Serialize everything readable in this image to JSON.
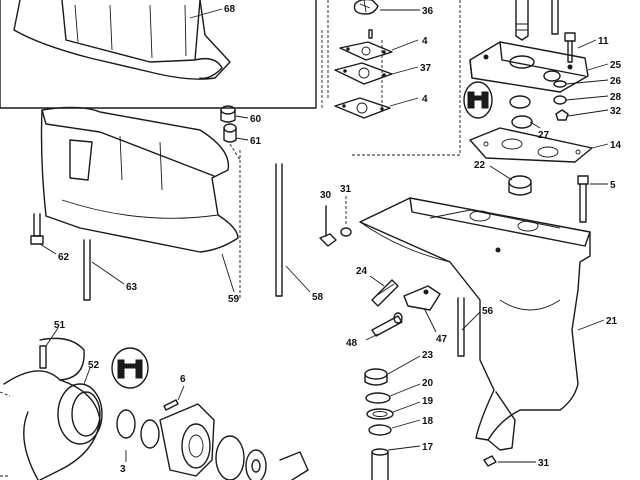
{
  "diagram": {
    "callouts": [
      {
        "id": "c68",
        "text": "68"
      },
      {
        "id": "c36",
        "text": "36"
      },
      {
        "id": "c4a",
        "text": "4"
      },
      {
        "id": "c37",
        "text": "37"
      },
      {
        "id": "c4b",
        "text": "4"
      },
      {
        "id": "c60",
        "text": "60"
      },
      {
        "id": "c61",
        "text": "61"
      },
      {
        "id": "c11",
        "text": "11"
      },
      {
        "id": "c25",
        "text": "25"
      },
      {
        "id": "c26",
        "text": "26"
      },
      {
        "id": "c28",
        "text": "28"
      },
      {
        "id": "c32a",
        "text": "32"
      },
      {
        "id": "c27",
        "text": "27"
      },
      {
        "id": "c14",
        "text": "14"
      },
      {
        "id": "c22",
        "text": "22"
      },
      {
        "id": "c5",
        "text": "5"
      },
      {
        "id": "c30",
        "text": "30"
      },
      {
        "id": "c31a",
        "text": "31"
      },
      {
        "id": "c62",
        "text": "62"
      },
      {
        "id": "c63",
        "text": "63"
      },
      {
        "id": "c59",
        "text": "59"
      },
      {
        "id": "c58",
        "text": "58"
      },
      {
        "id": "c24",
        "text": "24"
      },
      {
        "id": "c47",
        "text": "47"
      },
      {
        "id": "c56",
        "text": "56"
      },
      {
        "id": "c21",
        "text": "21"
      },
      {
        "id": "c48",
        "text": "48"
      },
      {
        "id": "c51",
        "text": "51"
      },
      {
        "id": "c52",
        "text": "52"
      },
      {
        "id": "c6",
        "text": "6"
      },
      {
        "id": "c23",
        "text": "23"
      },
      {
        "id": "c20",
        "text": "20"
      },
      {
        "id": "c19",
        "text": "19"
      },
      {
        "id": "c18",
        "text": "18"
      },
      {
        "id": "c17",
        "text": "17"
      },
      {
        "id": "c3",
        "text": "3"
      },
      {
        "id": "c31b",
        "text": "31"
      }
    ]
  }
}
